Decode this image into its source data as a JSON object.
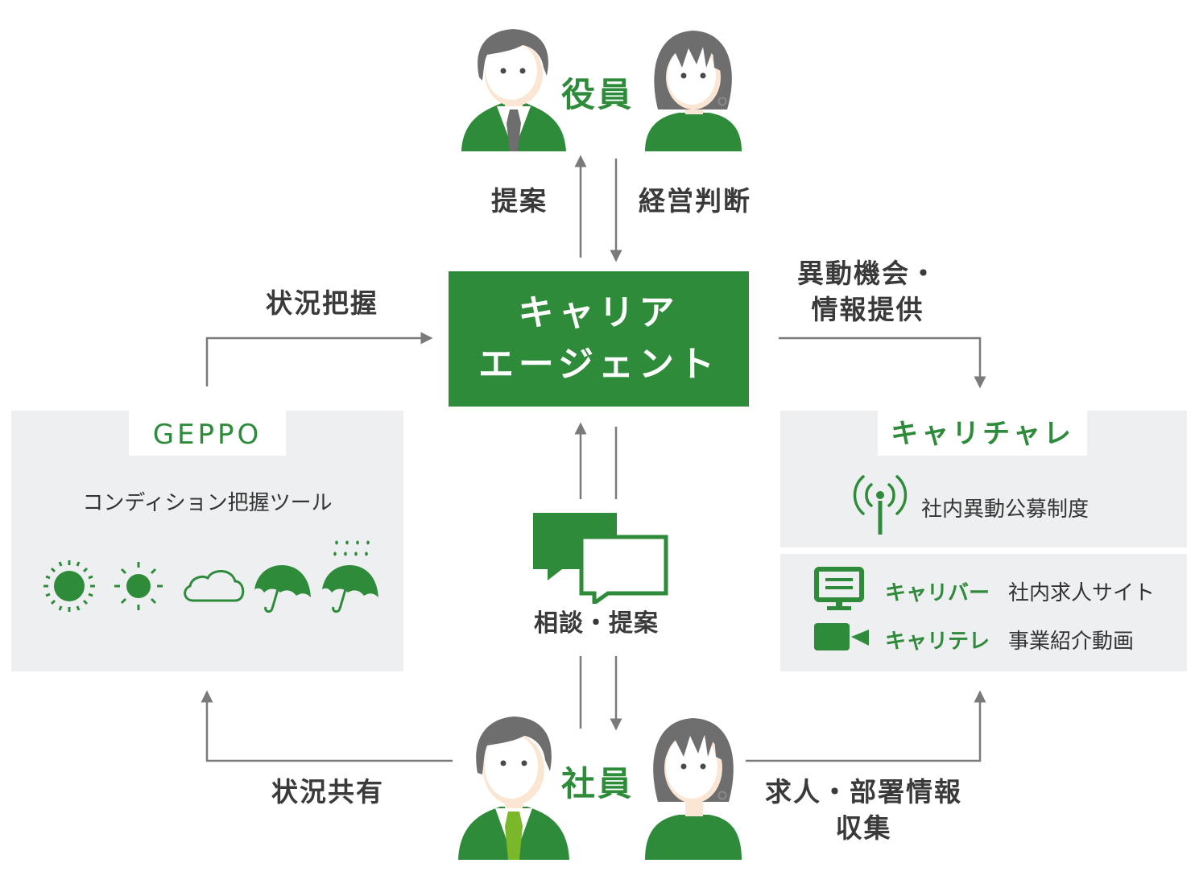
{
  "colors": {
    "brand_green": "#2e8b3a",
    "tie_light_green": "#7ab829",
    "panel_gray": "#eeeff1",
    "arrow_gray": "#7a7a7a",
    "text_dark": "#333333"
  },
  "center": {
    "title_line1": "キャリア",
    "title_line2": "エージェント"
  },
  "roles": {
    "executives": "役員",
    "employees": "社員"
  },
  "flows": {
    "to_executives": "提案",
    "from_executives": "経営判断",
    "from_geppo": "状況把握",
    "to_carichare_line1": "異動機会・",
    "to_carichare_line2": "情報提供",
    "consult": "相談・提案",
    "employee_to_geppo": "状況共有",
    "employee_to_carichare_line1": "求人・部署情報",
    "employee_to_carichare_line2": "収集"
  },
  "geppo": {
    "title": "GEPPO",
    "subtitle": "コンディション把握ツール",
    "condition_icons": [
      "sunny-icon",
      "partly-sunny-icon",
      "cloudy-icon",
      "rain-umbrella-icon",
      "heavy-rain-umbrella-icon"
    ]
  },
  "carichare": {
    "title": "キャリチャレ",
    "system": "社内異動公募制度",
    "items": [
      {
        "icon": "monitor-icon",
        "name": "キャリバー",
        "desc": "社内求人サイト"
      },
      {
        "icon": "video-camera-icon",
        "name": "キャリテレ",
        "desc": "事業紹介動画"
      }
    ]
  }
}
